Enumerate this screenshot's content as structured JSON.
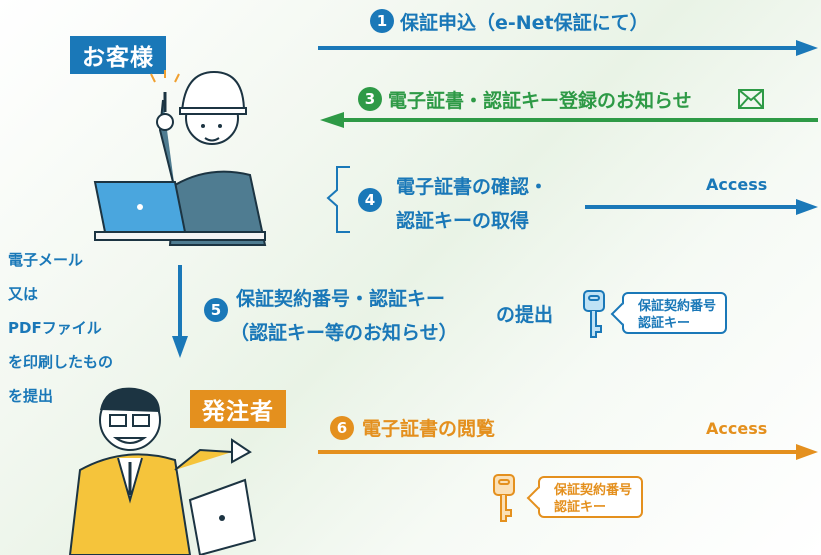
{
  "actors": {
    "customer": "お客様",
    "orderer": "発注者"
  },
  "steps": [
    {
      "num": "1",
      "text": "保証申込（e-Net保証にて）",
      "color": "#1a78b8"
    },
    {
      "num": "3",
      "text": "電子証書・認証キー登録のお知らせ",
      "color": "#2e9a46"
    },
    {
      "num": "4",
      "line1": "電子証書の確認・",
      "line2": "認証キーの取得",
      "color": "#1a78b8"
    },
    {
      "num": "5",
      "line1": "保証契約番号・認証キー",
      "line2": "（認証キー等のお知らせ）",
      "suffix": "の提出",
      "color": "#1a78b8"
    },
    {
      "num": "6",
      "text": "電子証書の閲覧",
      "color": "#e4901e"
    }
  ],
  "access_label": "Access",
  "key_card": {
    "line1": "保証契約番号",
    "line2": "認証キー"
  },
  "side_note": [
    "電子メール",
    "又は",
    "PDFファイル",
    "を印刷したもの",
    "を提出"
  ],
  "colors": {
    "blue": "#1a78b8",
    "green": "#2e9a46",
    "orange": "#e4901e"
  },
  "icons": [
    "envelope-icon",
    "key-icon",
    "laptop-icon"
  ]
}
